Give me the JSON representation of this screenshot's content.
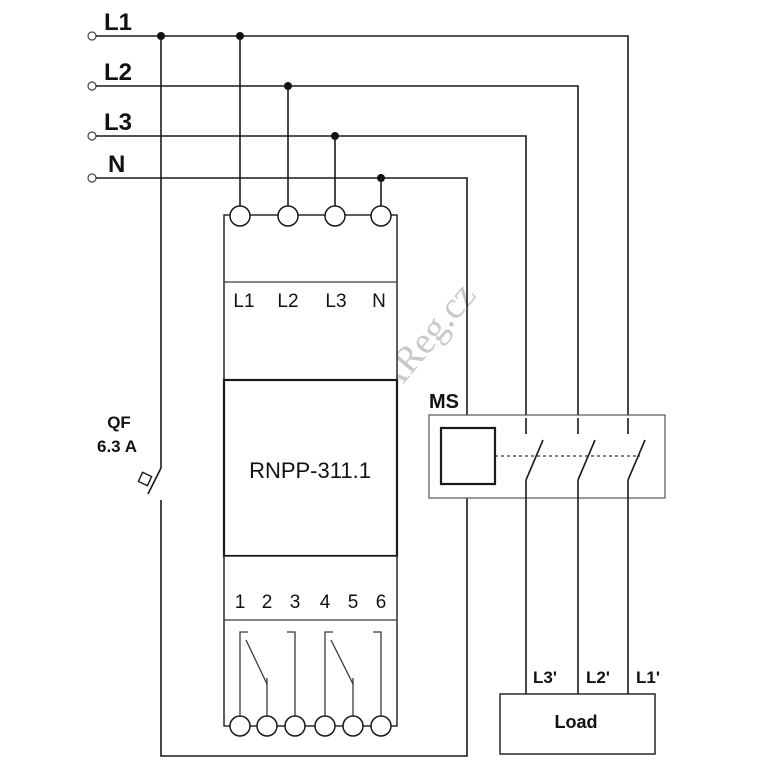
{
  "lines": {
    "l1": "L1",
    "l2": "L2",
    "l3": "L3",
    "n": "N"
  },
  "device": {
    "model": "RNPP-311.1",
    "top_terminals": [
      "L1",
      "L2",
      "L3",
      "N"
    ],
    "bottom_terminals": [
      "1",
      "2",
      "3",
      "4",
      "5",
      "6"
    ]
  },
  "breaker": {
    "name": "QF",
    "rating": "6.3 A"
  },
  "contactor": {
    "label": "MS"
  },
  "load": {
    "label": "Load",
    "inputs": [
      "L3'",
      "L2'",
      "L1'"
    ]
  },
  "watermark": "www.eMAReg.cz",
  "icons": {
    "breaker": "circuit-breaker-icon",
    "coil": "contactor-coil-icon",
    "contacts": "relay-contact-icon"
  }
}
